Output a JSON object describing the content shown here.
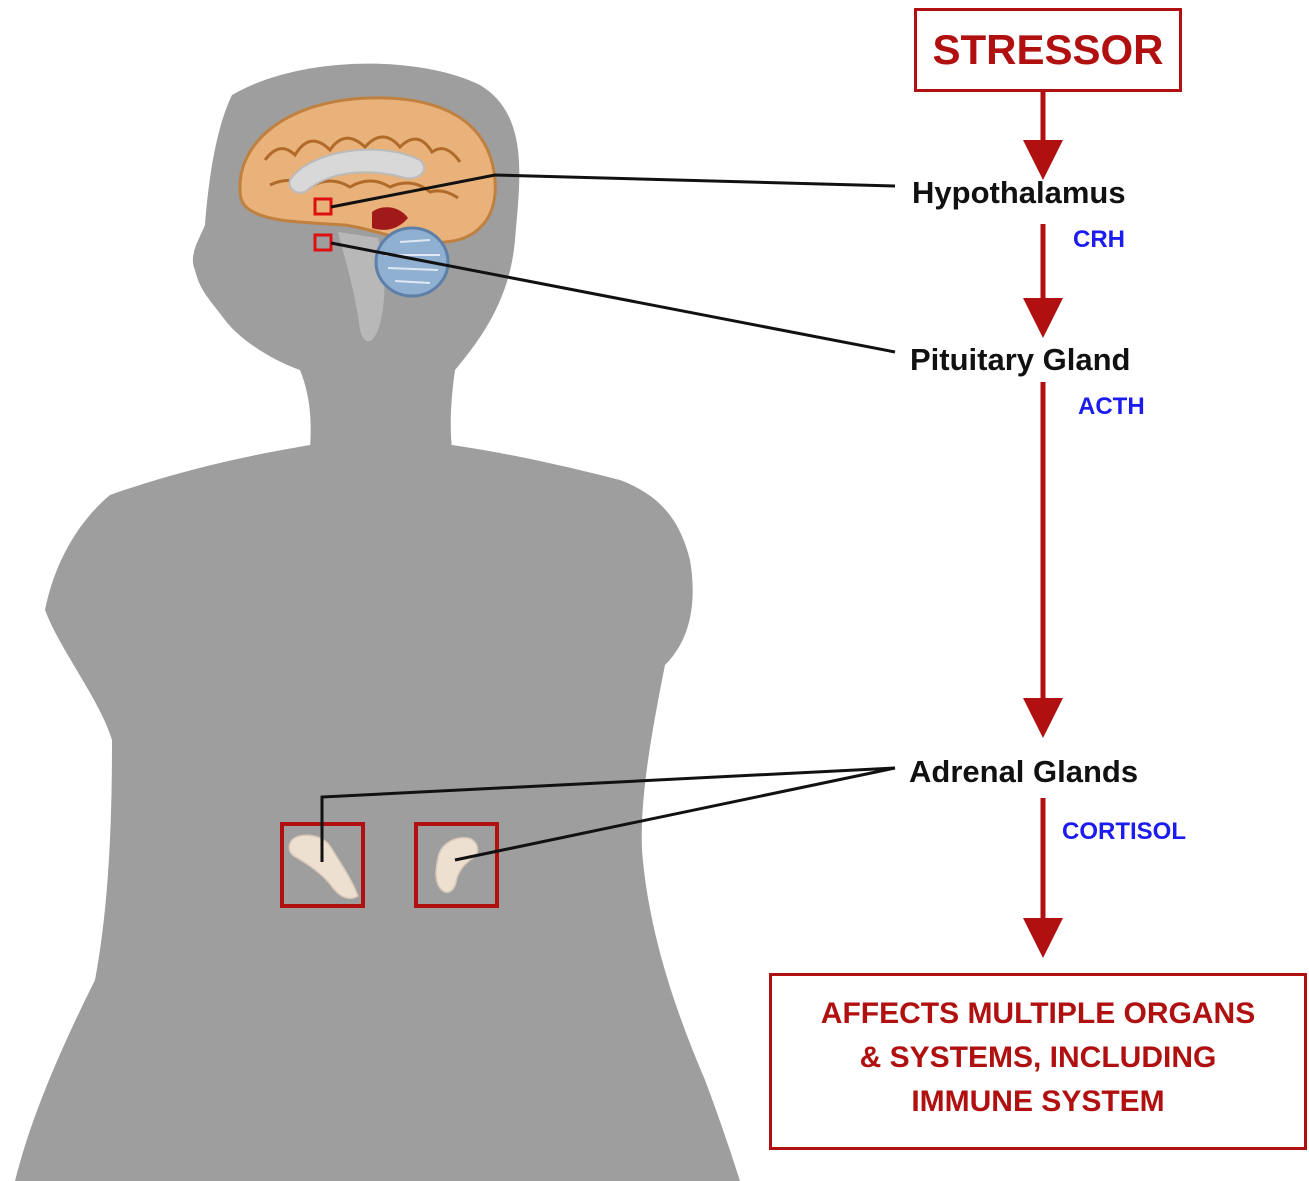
{
  "stressor": "STRESSOR",
  "steps": {
    "hypothalamus": "Hypothalamus",
    "pituitary": "Pituitary Gland",
    "adrenal": "Adrenal Glands"
  },
  "hormones": {
    "crh": "CRH",
    "acth": "ACTH",
    "cortisol": "CORTISOL"
  },
  "outcome": {
    "lines": [
      "AFFECTS MULTIPLE ORGANS",
      "& SYSTEMS, INCLUDING",
      "IMMUNE SYSTEM"
    ]
  },
  "colors": {
    "arrow": "#b01010",
    "hormone_text": "#1c1cf0",
    "silhouette": "#9e9e9e",
    "brain": "#e8b27a",
    "gland": "#ede0d0"
  }
}
